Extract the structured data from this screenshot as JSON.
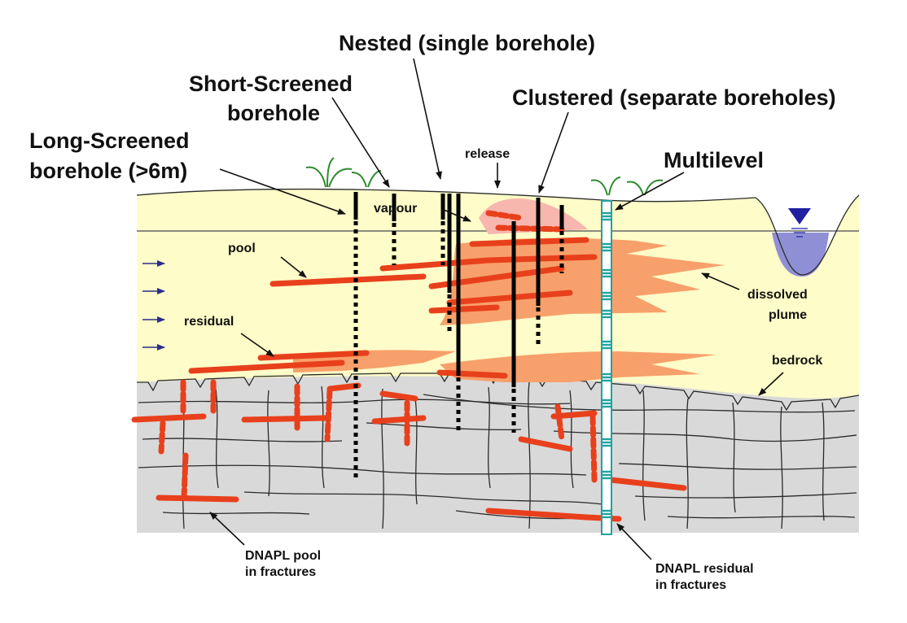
{
  "labels": {
    "nested": "Nested (single borehole)",
    "short_line1": "Short-Screened",
    "short_line2": "borehole",
    "clustered": "Clustered (separate boreholes)",
    "long_line1": "Long-Screened",
    "long_line2": "borehole (>6m)",
    "multilevel": "Multilevel",
    "release": "release",
    "vapour": "vapour",
    "pool": "pool",
    "residual": "residual",
    "dissolved_line1": "dissolved",
    "dissolved_line2": "plume",
    "bedrock": "bedrock",
    "dnapl_pool_line1": "DNAPL pool",
    "dnapl_pool_line2": "in fractures",
    "dnapl_residual_line1": "DNAPL residual",
    "dnapl_residual_line2": "in fractures"
  },
  "colors": {
    "soil": "#fefcc8",
    "bedrock": "#d9d9d9",
    "dnapl": "#e8401c",
    "plume": "#f7a06b",
    "release_zone": "#f7b6ae",
    "water": "#8f8fd6",
    "multilevel_casing": "#1fa3a3",
    "flow_arrow": "#2d2d8c",
    "vegetation": "#2e8b2e"
  },
  "icons": {
    "water_table": "inverted-triangle-icon",
    "flow": "arrow-right-icon",
    "vegetation": "grass-icon"
  }
}
